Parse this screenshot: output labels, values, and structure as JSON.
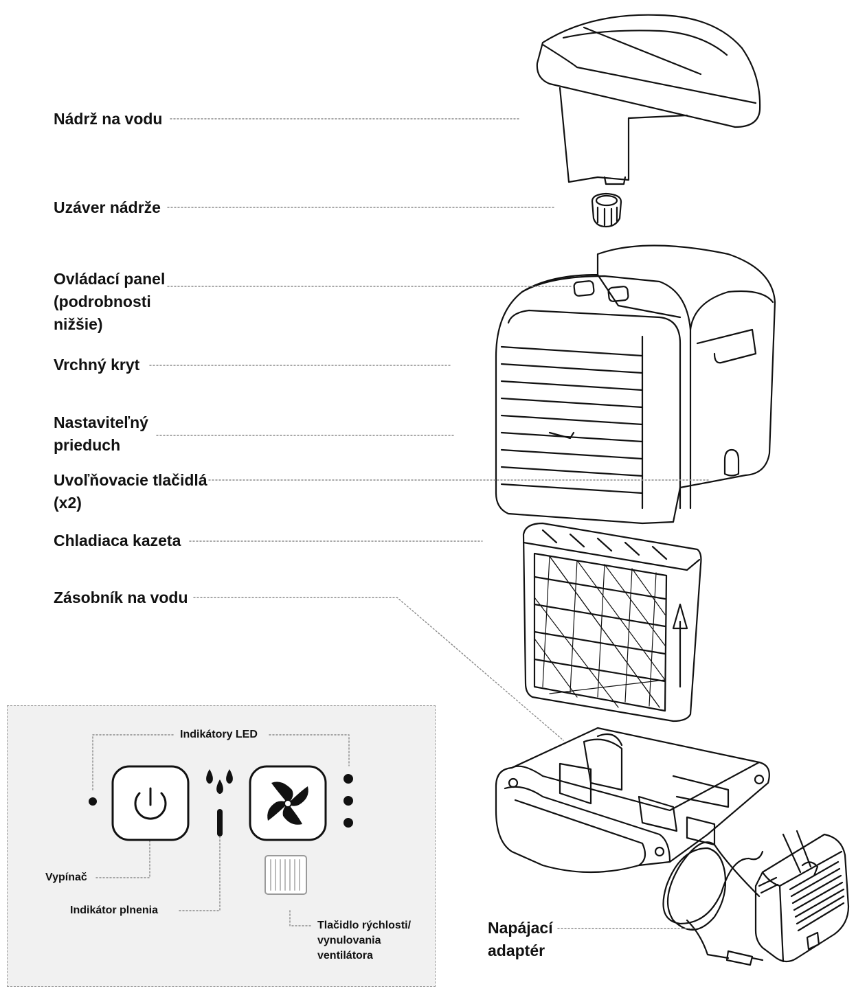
{
  "labels": {
    "water_tank": "Nádrž na vodu",
    "tank_cap": "Uzáver nádrže",
    "control_panel": [
      "Ovládací panel",
      "(podrobnosti",
      "nižšie)"
    ],
    "top_cover": "Vrchný kryt",
    "adjustable_vent": [
      "Nastaviteľný",
      "prieduch"
    ],
    "release_buttons": [
      "Uvoľňovacie tlačidlá",
      "(x2)"
    ],
    "cooling_cartridge": "Chladiaca kazeta",
    "water_reservoir": "Zásobník na vodu",
    "power_adapter": [
      "Napájací",
      "adaptér"
    ]
  },
  "control_panel_detail": {
    "led_indicators": "Indikátory LED",
    "power_switch": "Vypínač",
    "fill_indicator": "Indikátor plnenia",
    "fan_button": [
      "Tlačidlo rýchlosti/",
      "vynulovania",
      "ventilátora"
    ]
  },
  "colors": {
    "line": "#111111",
    "leader": "#8a8a8a",
    "panel_bg": "#f1f1f1"
  },
  "icons": [
    "power-icon",
    "water-drop-icon",
    "fan-icon",
    "led-dot-icon",
    "filter-icon"
  ]
}
